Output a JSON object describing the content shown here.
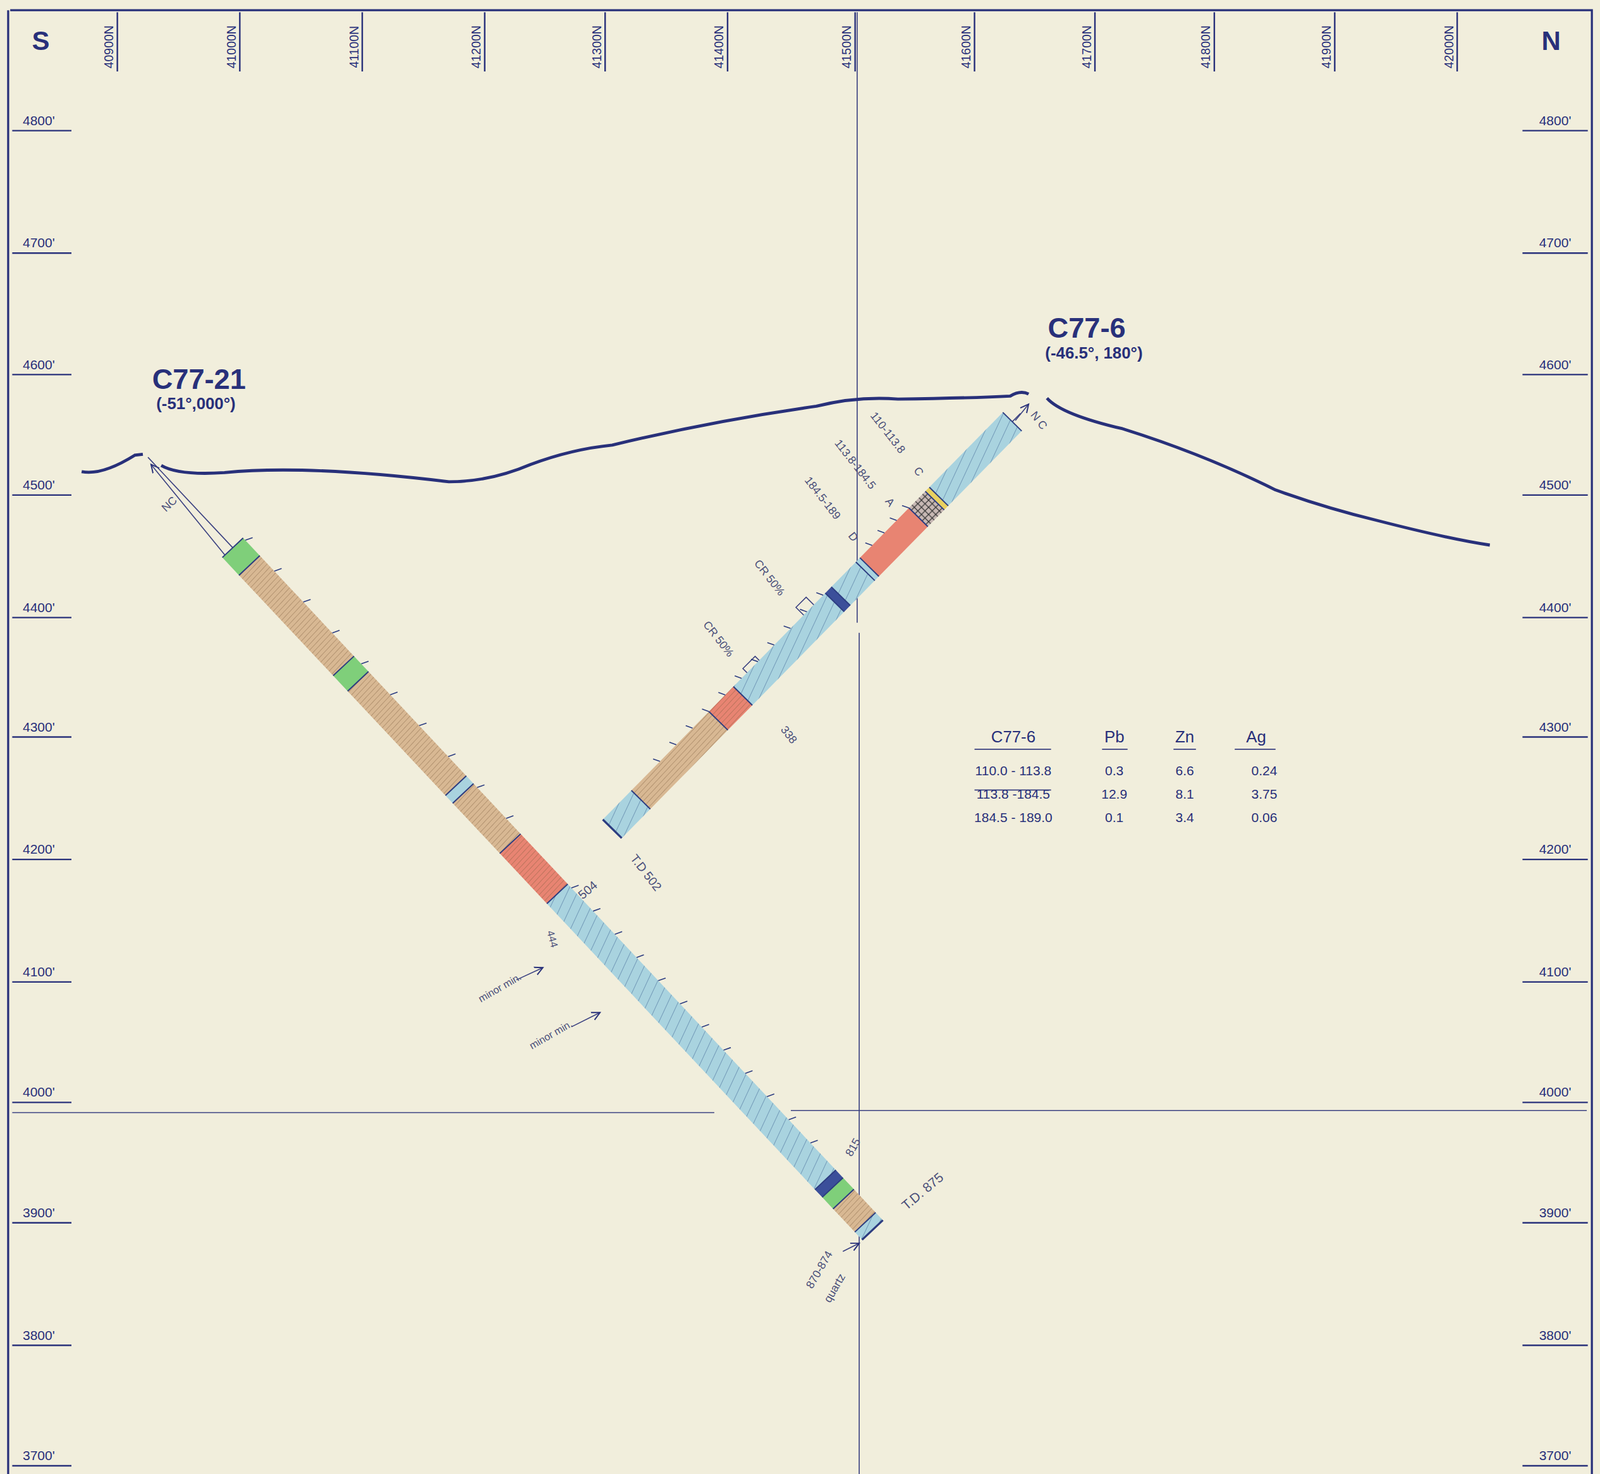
{
  "diagram": {
    "labels": [
      "S",
      "N",
      "40900N",
      "41000N",
      "41100N",
      "41200N",
      "41300N",
      "41400N",
      "41500N",
      "41600N",
      "41700N",
      "41800N",
      "41900N",
      "42000N",
      "4800'",
      "4700'",
      "4600'",
      "4500'",
      "4400'",
      "4300'",
      "4200'",
      "4100'",
      "4000'",
      "3900'",
      "3800'",
      "3700'",
      "4800'",
      "4700'",
      "4600'",
      "4500'",
      "4400'",
      "4300'",
      "4200'",
      "4100'",
      "4000'",
      "3900'",
      "3800'",
      "3700'",
      "C77-21",
      "(-51°,000°)",
      "C77-6",
      "(-46.5°, 180°)",
      "NC",
      "N C",
      "110-113.8",
      "113.8-184.5",
      "184.5-189",
      "C",
      "A",
      "D",
      "CR 50%",
      "CR 50%",
      "338",
      "T.D 502",
      "504",
      "444",
      "minor min.",
      "minor min.",
      "815",
      "T.D. 875",
      "870-874",
      "quartz",
      "C77-6",
      "Pb",
      "Zn",
      "Ag",
      "110.0 - 113.8",
      "0.3",
      "6.6",
      "0.24",
      "113.8 -184.5",
      "12.9",
      "8.1",
      "3.75",
      "184.5 - 189.0",
      "0.1",
      "3.4",
      "0.06"
    ]
  }
}
